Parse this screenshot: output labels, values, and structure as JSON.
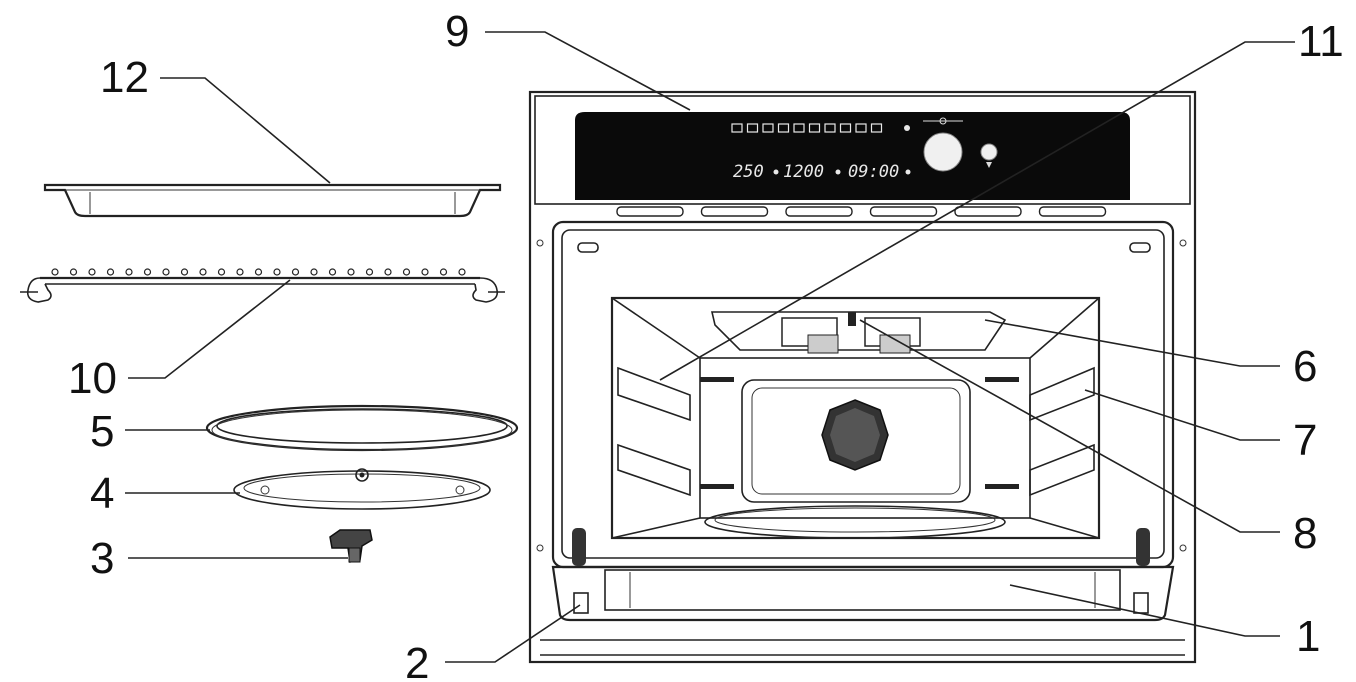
{
  "labels": {
    "l1": "1",
    "l2": "2",
    "l3": "3",
    "l4": "4",
    "l5": "5",
    "l6": "6",
    "l7": "7",
    "l8": "8",
    "l9": "9",
    "l10": "10",
    "l11": "11",
    "l12": "12"
  },
  "display": {
    "temp": "250",
    "power": "1200",
    "time": "09:00"
  },
  "colors": {
    "line": "#222222",
    "panel": "#0a0a0a",
    "background": "#ffffff"
  }
}
